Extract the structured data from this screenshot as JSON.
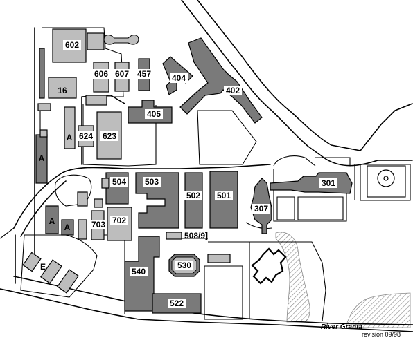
{
  "map": {
    "river_label": "River Granta",
    "revision": "revision 09/98"
  },
  "buildings": {
    "b602": "602",
    "b16": "16",
    "b606": "606",
    "b607": "607",
    "b457": "457",
    "b404": "404",
    "b402": "402",
    "b405": "405",
    "b624": "624",
    "b623": "623",
    "bA1": "A",
    "bA2": "A",
    "bA3": "A",
    "bA4": "A",
    "b504": "504",
    "b503": "503",
    "b502": "502",
    "b501": "501",
    "b301": "301",
    "b307": "307",
    "b703": "703",
    "b702": "702",
    "b5089": "508/9]",
    "b530": "530",
    "b540": "540",
    "b522": "522",
    "bE": "E"
  },
  "colors": {
    "dark": "#7a7a7a",
    "light": "#bdbdbd",
    "hatch": "#8a8a8a"
  }
}
